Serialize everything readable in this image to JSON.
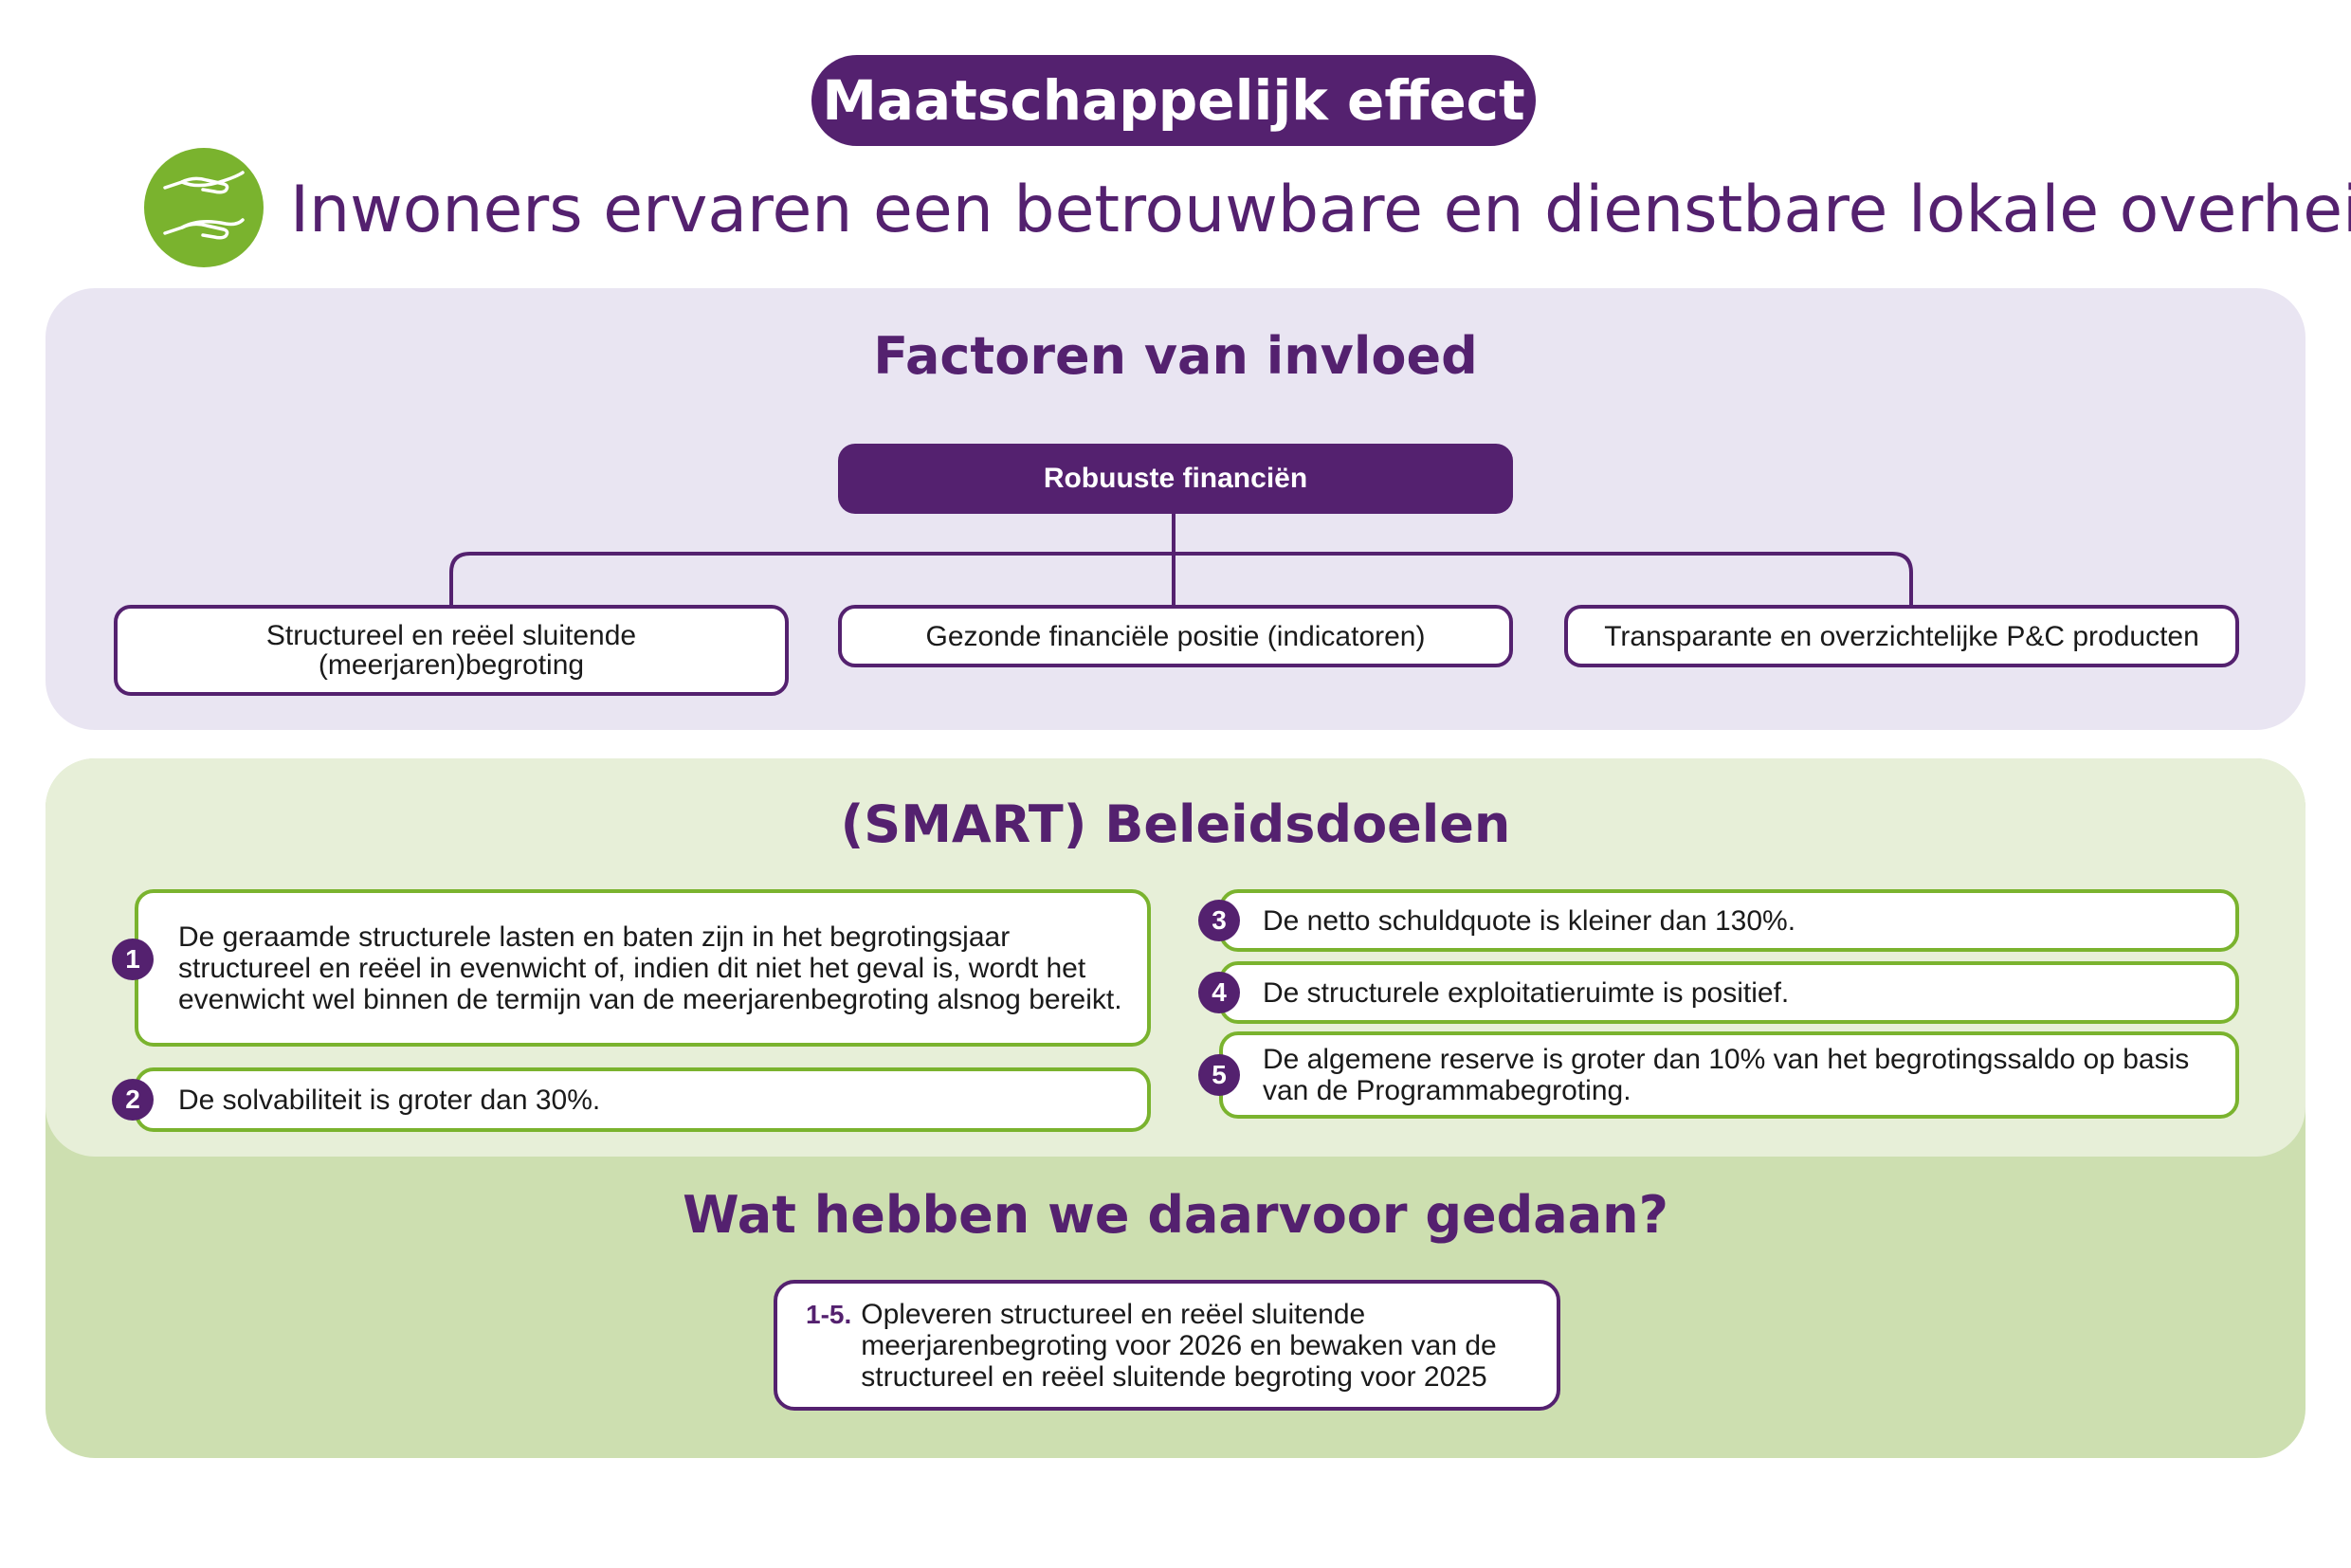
{
  "header": {
    "title": "Maatschappelijk effect",
    "effect_icon": "hands-icon",
    "effect_text": "Inwoners ervaren een betrouwbare en dienstbare lokale overheid"
  },
  "factors": {
    "heading": "Factoren van invloed",
    "root": "Robuuste financiën",
    "items": [
      "Structureel en reëel sluitende (meerjaren)begroting",
      "Gezonde financiële positie (indicatoren)",
      "Transparante en overzichtelijke P&C producten"
    ]
  },
  "goals": {
    "heading": "(SMART) Beleidsdoelen",
    "items": [
      {
        "num": "1",
        "text": "De geraamde structurele lasten en baten zijn in het begrotingsjaar structureel en reëel in evenwicht of, indien dit niet het geval is, wordt het evenwicht wel binnen de termijn van de meerjarenbegroting alsnog bereikt."
      },
      {
        "num": "2",
        "text": "De solvabiliteit is groter dan 30%."
      },
      {
        "num": "3",
        "text": "De netto schuldquote is kleiner dan 130%."
      },
      {
        "num": "4",
        "text": "De structurele exploitatieruimte is positief."
      },
      {
        "num": "5",
        "text": "De algemene reserve is groter dan 10% van het begrotingssaldo op basis van de Programmabegroting."
      }
    ]
  },
  "actions": {
    "heading": "Wat hebben we daarvoor gedaan?",
    "items": [
      {
        "label": "1-5.",
        "text": "Opleveren structureel en reëel sluitende meerjarenbegroting voor 2026 en bewaken van de structureel en reëel sluitende begroting voor 2025"
      }
    ]
  },
  "colors": {
    "purple": "#54216f",
    "green": "#7ab32e",
    "lavender": "#e9e5f2",
    "light_green": "#e7efd8",
    "mid_green": "#cddfb0"
  }
}
